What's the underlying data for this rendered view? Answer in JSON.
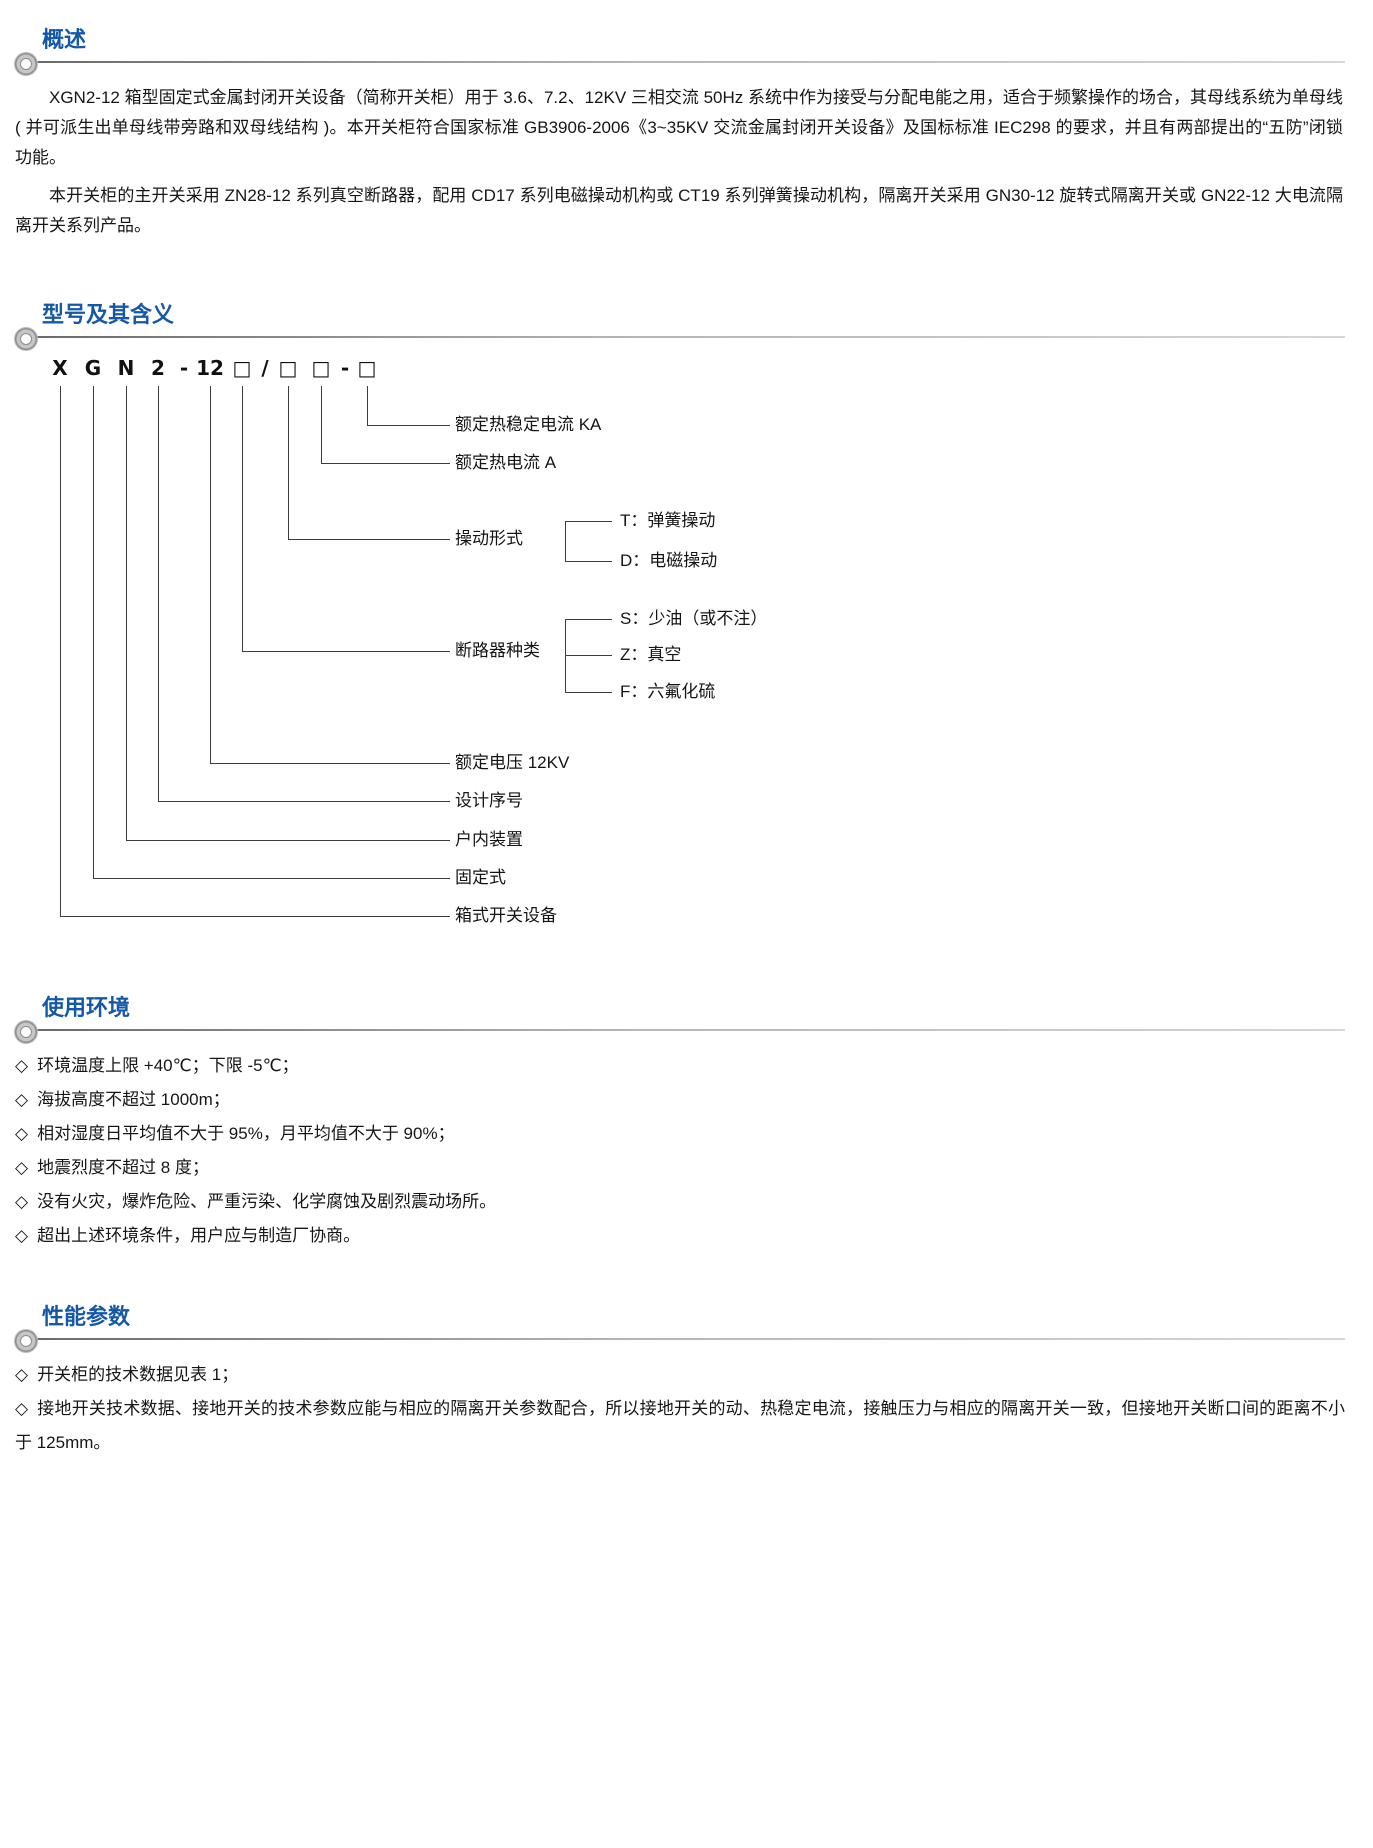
{
  "page": {
    "accent_color": "#1558a8",
    "background": "#ffffff",
    "line_color": "#3c3c3c"
  },
  "sections": {
    "overview": {
      "title": "概述",
      "paragraphs": [
        "XGN2-12 箱型固定式金属封闭开关设备（简称开关柜）用于 3.6、7.2、12KV 三相交流 50Hz 系统中作为接受与分配电能之用，适合于频繁操作的场合，其母线系统为单母线 ( 并可派生出单母线带旁路和双母线结构 )。本开关柜符合国家标准 GB3906-2006《3~35KV 交流金属封闭开关设备》及国标标准 IEC298 的要求，并且有两部提出的“五防”闭锁功能。",
        "本开关柜的主开关采用 ZN28-12 系列真空断路器，配用 CD17 系列电磁操动机构或 CT19 系列弹簧操动机构，隔离开关采用 GN30-12 旋转式隔离开关或 GN22-12 大电流隔离开关系列产品。"
      ]
    },
    "model": {
      "title": "型号及其含义",
      "code_chars": [
        "X",
        "G",
        "N",
        "2",
        "-",
        "12",
        "□",
        "/",
        "□",
        "□",
        "-",
        "□"
      ],
      "labels": {
        "thermal_stability": "额定热稳定电流 KA",
        "thermal_current": "额定热电流 A",
        "operating_mode": "操动形式",
        "operating_options": [
          "T：弹簧操动",
          "D：电磁操动"
        ],
        "breaker_type": "断路器种类",
        "breaker_options": [
          "S：少油（或不注）",
          "Z：真空",
          "F：六氟化硫"
        ],
        "rated_voltage": "额定电压 12KV",
        "design_serial": "设计序号",
        "indoor_device": "户内装置",
        "fixed_type": "固定式",
        "box_switchgear": "箱式开关设备"
      }
    },
    "environment": {
      "title": "使用环境",
      "bullet": "◇",
      "items": [
        "环境温度上限 +40℃；下限 -5℃；",
        "海拔高度不超过 1000m；",
        "相对湿度日平均值不大于 95%，月平均值不大于 90%；",
        "地震烈度不超过 8 度；",
        "没有火灾，爆炸危险、严重污染、化学腐蚀及剧烈震动场所。",
        "超出上述环境条件，用户应与制造厂协商。"
      ]
    },
    "performance": {
      "title": "性能参数",
      "bullet": "◇",
      "items": [
        "开关柜的技术数据见表 1；",
        "接地开关技术数据、接地开关的技术参数应能与相应的隔离开关参数配合，所以接地开关的动、热稳定电流，接触压力与相应的隔离开关一致，但接地开关断口间的距离不小于 125mm。"
      ]
    }
  }
}
